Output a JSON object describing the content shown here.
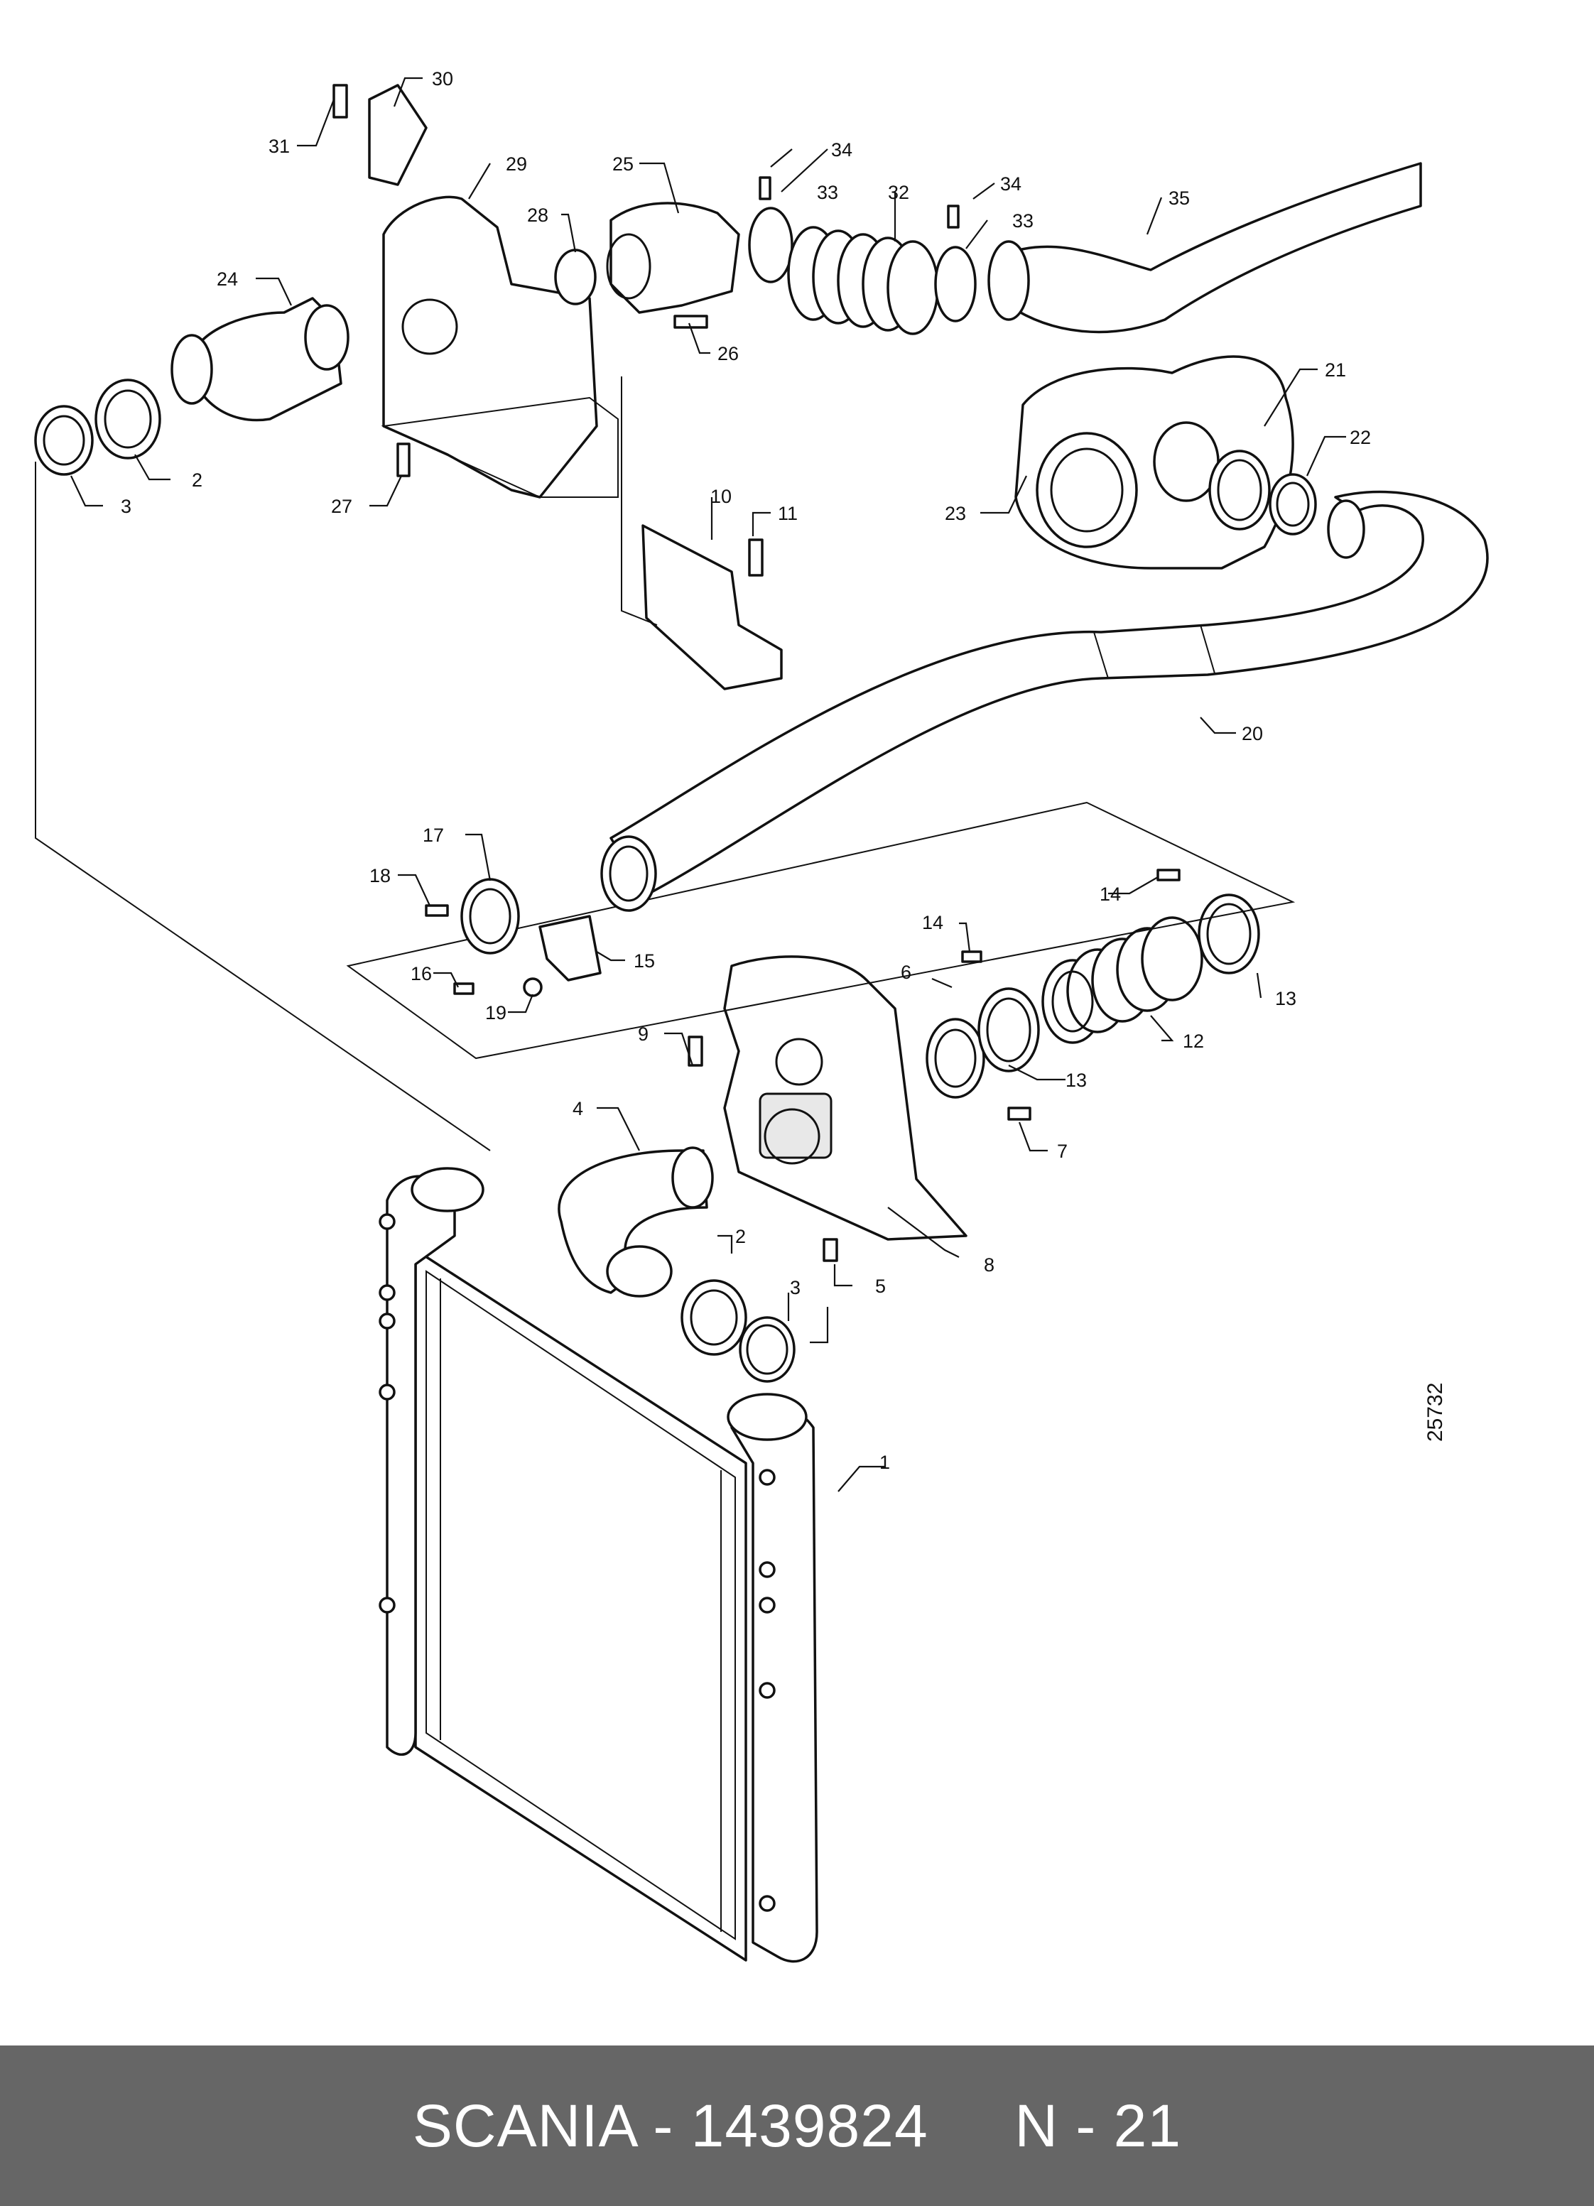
{
  "diagram": {
    "drawing_number": "25732",
    "callouts": [
      "1",
      "2",
      "3",
      "4",
      "5",
      "6",
      "7",
      "8",
      "9",
      "10",
      "11",
      "12",
      "13",
      "14",
      "15",
      "16",
      "17",
      "18",
      "19",
      "20",
      "21",
      "22",
      "23",
      "24",
      "25",
      "26",
      "27",
      "28",
      "29",
      "30",
      "31",
      "32",
      "33",
      "34",
      "35"
    ],
    "extra_callouts": {
      "two_b": "2",
      "three_b": "3",
      "thirteen_b": "13",
      "fourteen_b": "14",
      "thirty_three_b": "33",
      "thirty_four_b": "34"
    }
  },
  "footer": {
    "text": "SCANIA - 1439824     N - 21",
    "background": "#666666",
    "color": "#ffffff"
  }
}
